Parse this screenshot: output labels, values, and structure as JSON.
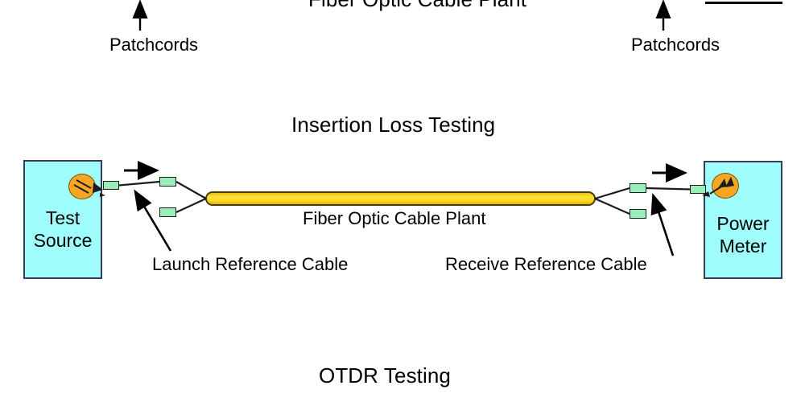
{
  "diagram": {
    "background_color": "#ffffff",
    "accent_colors": {
      "instrument_fill": "#9ffdfb",
      "instrument_border": "#3a3a5a",
      "connector_fill": "#99eeb8",
      "connector_border": "#1d1d1d",
      "port_fill": "#f5a623",
      "cable_fill": "#ffd71f",
      "cable_border": "#4a3c05",
      "line_color": "#000000"
    }
  },
  "top_section": {
    "clipped_title": "Fiber Optic Cable Plant",
    "left_patchcords_label": "Patchcords",
    "right_patchcords_label": "Patchcords"
  },
  "middle_section": {
    "title": "Insertion Loss Testing",
    "left_instrument": {
      "line1": "Test",
      "line2": "Source",
      "port_icon": "optical-connector-icon"
    },
    "right_instrument": {
      "line1": "Power",
      "line2": "Meter",
      "port_icon": "optical-connector-icon"
    },
    "cable_plant_label": "Fiber Optic Cable Plant",
    "launch_label": "Launch Reference Cable",
    "receive_label": "Receive Reference Cable",
    "left_flow_arrow": "arrow-right-icon",
    "right_flow_arrow": "arrow-right-icon"
  },
  "bottom_section": {
    "title": "OTDR Testing"
  }
}
